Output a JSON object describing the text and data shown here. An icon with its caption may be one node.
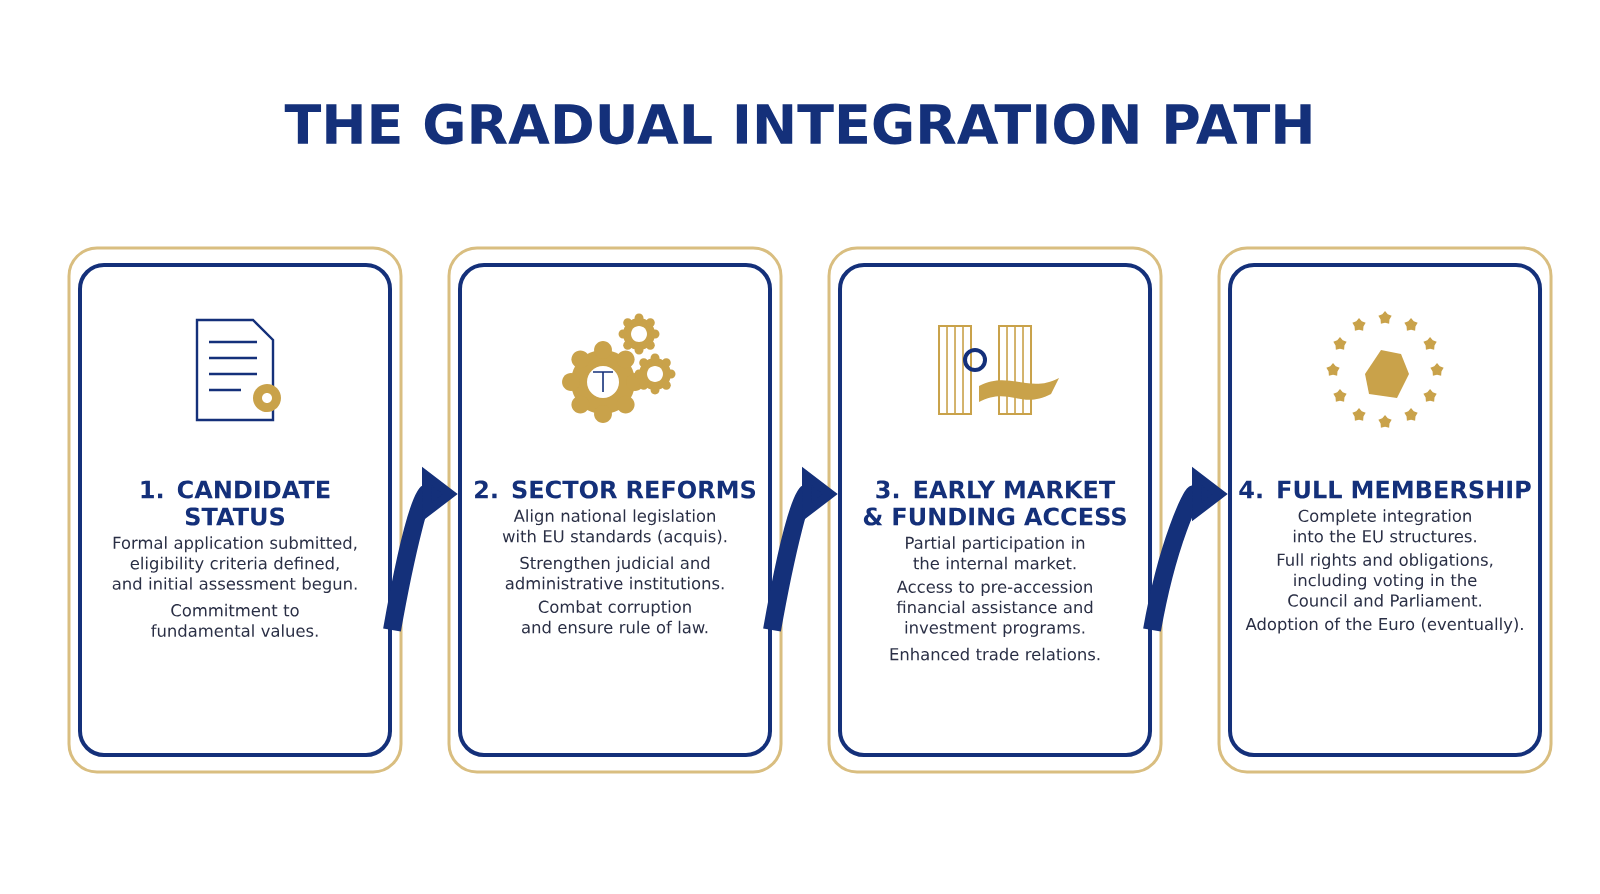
{
  "diagram": {
    "title": "THE GRADUAL INTEGRATION PATH",
    "nodes": [
      {
        "text": [
          "1. CANDIDATE STATUS",
          "Formal application submitted, eligibility criteria defined, and initial assessment begun.",
          "Commitment to fundamental values."
        ]
      },
      {
        "text": [
          "2. SECTOR REFORMS",
          "Align national legislation with EU standards (acquis).",
          "Strengthen judicial and administrative institutions.",
          "Combat corruption and ensure rule of law."
        ]
      },
      {
        "text": [
          "3. EARLY MARKET & FUNDING ACCESS",
          "Partial participation in the internal market.",
          "Access to pre-accession financial assistance and investment programs.",
          "Enhanced trade relations."
        ]
      },
      {
        "text": [
          "4. FULL MEMBERSHIP",
          "Complete integration into the EU structures.",
          "Full rights and obligations, including voting in the Council and Parliament.",
          "Adoption of the Euro (eventually)."
        ]
      }
    ],
    "edges": [
      {
        "from": 0,
        "to": 1,
        "arrow": "to"
      },
      {
        "from": 1,
        "to": 2,
        "arrow": "to"
      },
      {
        "from": 2,
        "to": 3,
        "arrow": "to"
      }
    ]
  }
}
